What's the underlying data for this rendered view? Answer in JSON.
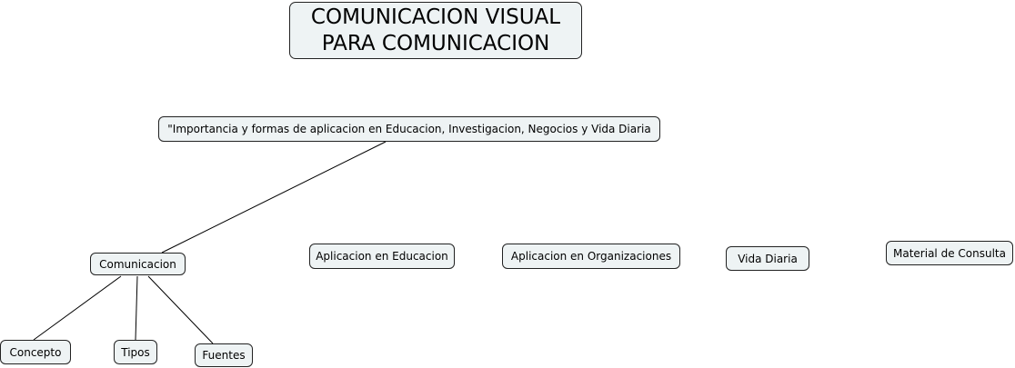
{
  "title": {
    "line1": "COMUNICACION VISUAL",
    "line2": "PARA COMUNICACION"
  },
  "main_concept": "\"Importancia y formas de aplicacion en Educacion, Investigacion, Negocios y Vida Diaria",
  "nodes": {
    "comunicacion": "Comunicacion",
    "educacion": "Aplicacion en Educacion",
    "organizaciones": "Aplicacion en Organizaciones",
    "vida_diaria": "Vida Diaria",
    "material": "Material de Consulta",
    "concepto": "Concepto",
    "tipos": "Tipos",
    "fuentes": "Fuentes"
  },
  "colors": {
    "node_fill": "#eef3f4",
    "border": "#222222"
  }
}
